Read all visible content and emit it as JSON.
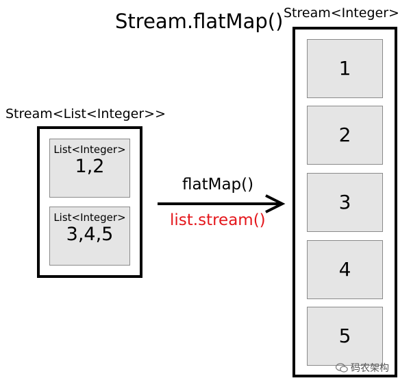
{
  "title": "Stream.flatMap()",
  "source": {
    "label": "Stream<List<Integer>>",
    "items": [
      {
        "type": "List<Integer>",
        "values": "1,2"
      },
      {
        "type": "List<Integer>",
        "values": "3,4,5"
      }
    ]
  },
  "operation": {
    "label": "flatMap()",
    "function": "list.stream()",
    "function_color": "#e4161b"
  },
  "result": {
    "label": "Stream<Integer>",
    "items": [
      "1",
      "2",
      "3",
      "4",
      "5"
    ]
  },
  "watermark": {
    "text": "码农架构",
    "icon": "wechat-icon"
  }
}
